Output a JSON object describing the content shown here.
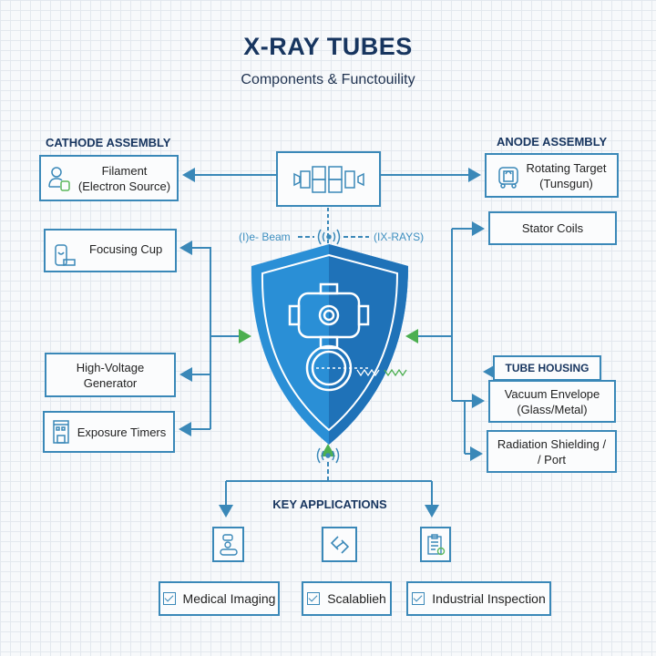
{
  "header": {
    "title": "X-RAY TUBES",
    "subtitle": "Components & Functouility"
  },
  "cathode": {
    "label": "CATHODE ASSEMBLY",
    "items": [
      {
        "line1": "Filament",
        "line2": "(Electron Source)",
        "icon": "user-lock-icon"
      },
      {
        "line1": "Focusing Cup",
        "icon": "container-icon"
      },
      {
        "line1": "High-Voltage",
        "line2": "Generator"
      },
      {
        "line1": "Exposure Timers",
        "icon": "building-icon"
      }
    ]
  },
  "anode": {
    "label": "ANODE ASSEMBLY",
    "items": [
      {
        "line1": "Rotating Target",
        "line2": "(Tunsgun)",
        "icon": "lock-device-icon"
      },
      {
        "line1": "Stator Coils"
      }
    ]
  },
  "housing": {
    "label": "TUBE HOUSING",
    "items": [
      {
        "line1": "Vacuum Envelope",
        "line2": "(Glass/Metal)"
      },
      {
        "line1": "Radiation Shielding /",
        "line2": "/ Port"
      }
    ]
  },
  "beam": {
    "left": "(I)e- Beam",
    "right": "(IX-RAYS)"
  },
  "applications": {
    "label": "KEY APPLICATIONS",
    "items": [
      {
        "label": "Medical Imaging",
        "icon": "diagram-icon"
      },
      {
        "label": "Scalablieh",
        "icon": "link-icon"
      },
      {
        "label": "Industrial Inspection",
        "icon": "clipboard-icon"
      }
    ]
  },
  "colors": {
    "accent": "#3a88b8",
    "shield": "#2a8fd6",
    "shield_dark": "#1f6fb3",
    "green": "#4caf50",
    "navy": "#17355f"
  }
}
